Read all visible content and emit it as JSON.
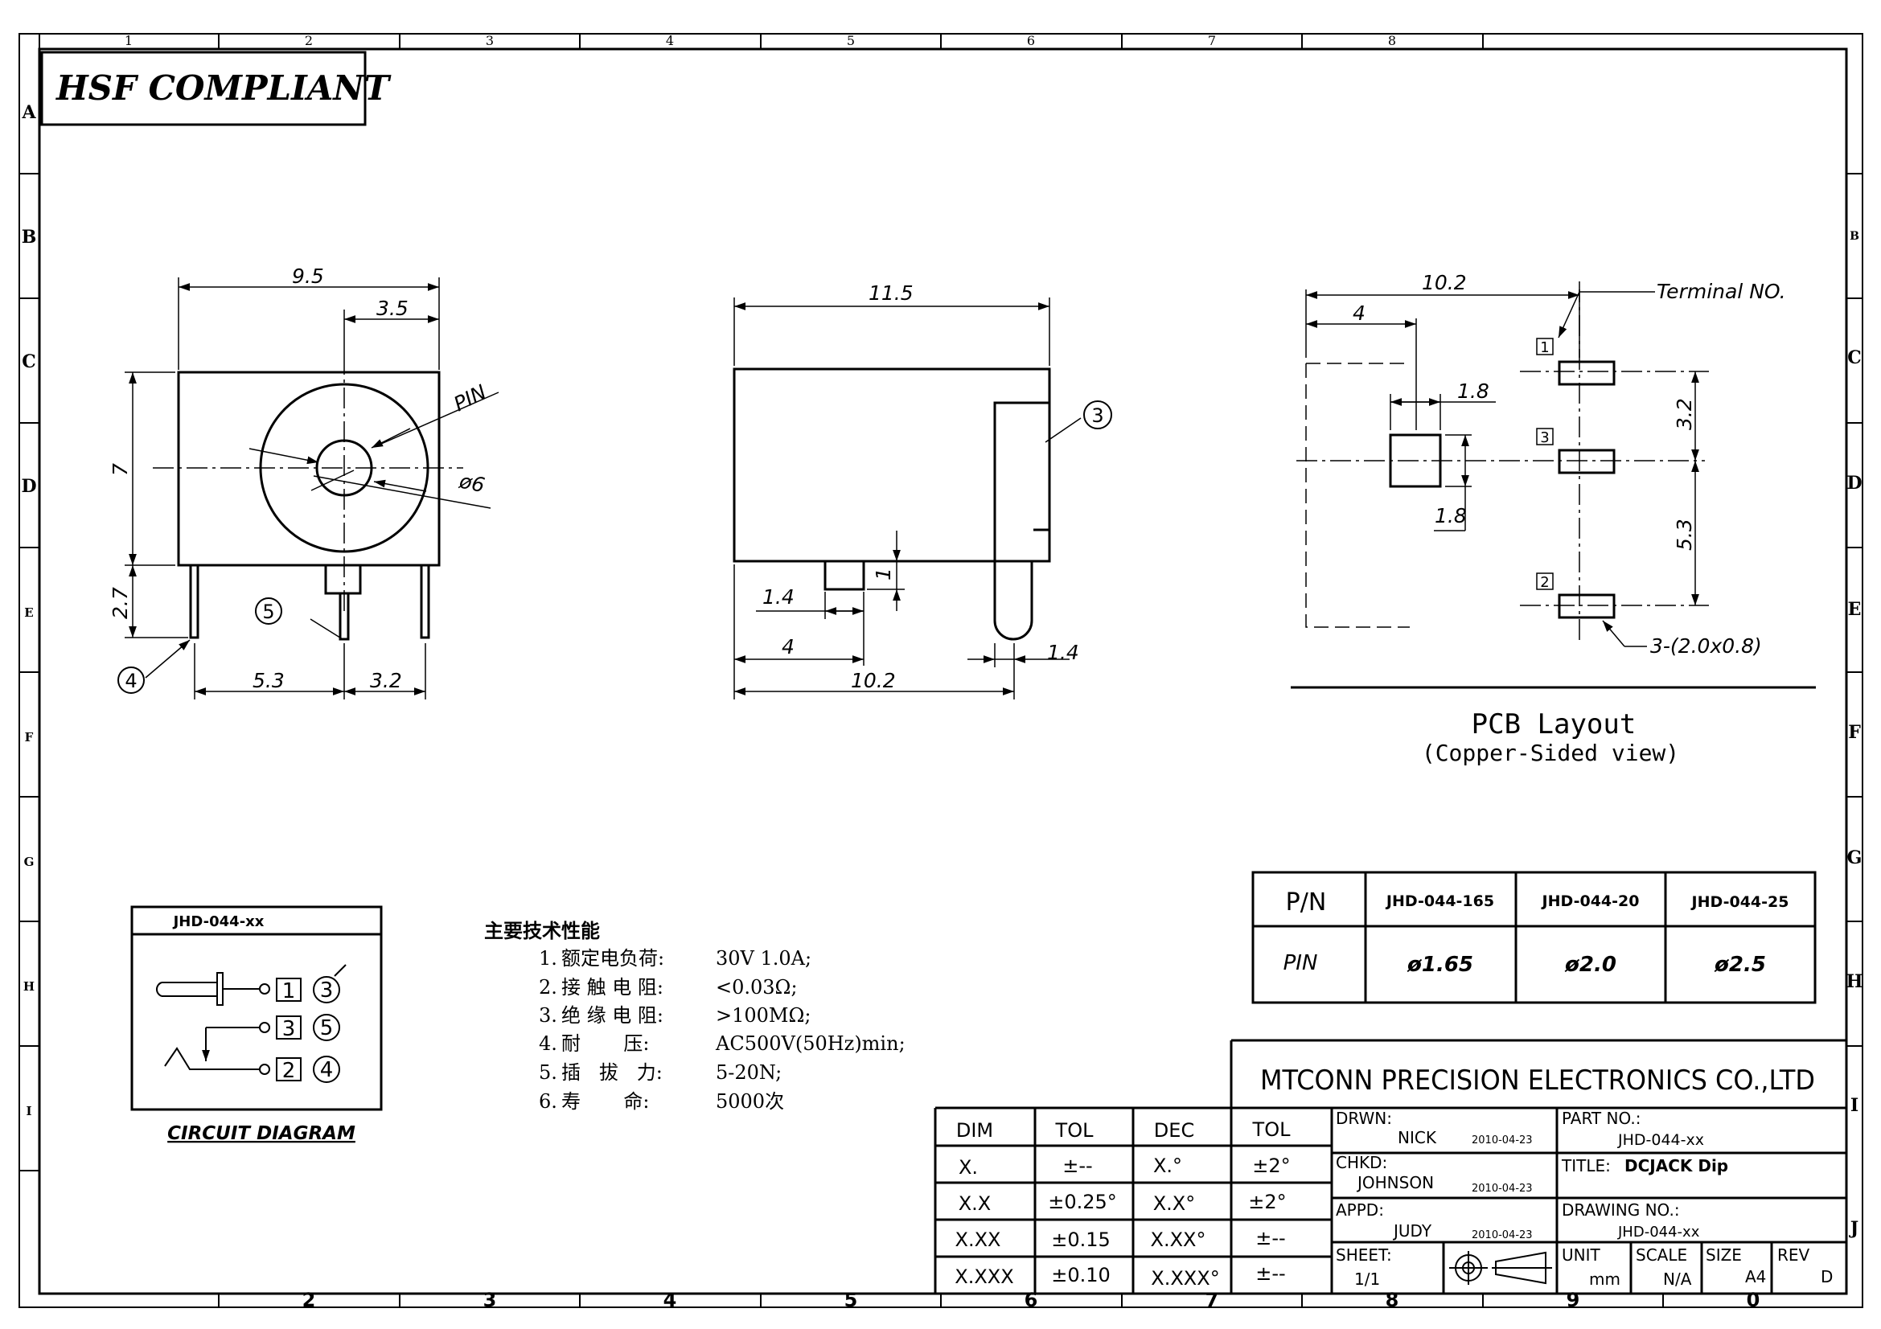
{
  "frame": {
    "top_columns": [
      "1",
      "2",
      "3",
      "4",
      "5",
      "6",
      "7",
      "8"
    ],
    "bottom_columns": [
      "2",
      "3",
      "4",
      "5",
      "6",
      "7",
      "8",
      "9",
      "0"
    ],
    "rows": [
      "A",
      "B",
      "C",
      "D",
      "E",
      "F",
      "G",
      "H",
      "I",
      "J"
    ]
  },
  "badge": "HSF COMPLIANT",
  "front_view": {
    "dims": {
      "width": "9.5",
      "hole_offset": "3.5",
      "height": "7",
      "leg": "2.7",
      "left_span": "5.3",
      "right_span": "3.2"
    },
    "labels": {
      "pin": "PIN",
      "dia": "ø6"
    },
    "callouts": {
      "top": "5",
      "left": "4"
    }
  },
  "side_view": {
    "dims": {
      "top": "11.5",
      "pin_w": "1.4",
      "pin_h": "1",
      "left": "4",
      "bottom": "10.2",
      "right": "1.4"
    },
    "callout": "3"
  },
  "pcb": {
    "dims": {
      "top": "10.2",
      "left": "4",
      "pad_w": "1.8",
      "pad_h": "1.8",
      "v1": "3.2",
      "v2": "5.3"
    },
    "terminal_label": "Terminal NO.",
    "pads": [
      "1",
      "3",
      "2"
    ],
    "pad_note": "3-(2.0x0.8)",
    "title": "PCB Layout",
    "subtitle": "(Copper-Sided view)"
  },
  "pn_table": {
    "header": [
      "P/N",
      "JHD-044-165",
      "JHD-044-20",
      "JHD-044-25"
    ],
    "row": [
      "PIN",
      "ø1.65",
      "ø2.0",
      "ø2.5"
    ]
  },
  "circuit": {
    "header": "JHD-044-xx",
    "rows": [
      [
        "1",
        "3"
      ],
      [
        "3",
        "5"
      ],
      [
        "2",
        "4"
      ]
    ],
    "caption": "CIRCUIT DIAGRAM"
  },
  "specs": {
    "title": "主要技术性能",
    "items": [
      {
        "n": "1.",
        "label": "额定电负荷:",
        "value": "30V 1.0A;"
      },
      {
        "n": "2.",
        "label": "接 触 电 阻:",
        "value": "<0.03Ω;"
      },
      {
        "n": "3.",
        "label": "绝 缘 电 阻:",
        "value": ">100MΩ;"
      },
      {
        "n": "4.",
        "label": "耐       压:",
        "value": "AC500V(50Hz)min;"
      },
      {
        "n": "5.",
        "label": "插   拔   力:",
        "value": "5-20N;"
      },
      {
        "n": "6.",
        "label": "寿       命:",
        "value": "5000次"
      }
    ]
  },
  "title_block": {
    "company": "MTCONN PRECISION ELECTRONICS CO.,LTD",
    "tol_header": [
      "DIM",
      "TOL",
      "DEC",
      "TOL"
    ],
    "tol_rows": [
      [
        "X.",
        "±--",
        "X.°",
        "±2°"
      ],
      [
        "X.X",
        "±0.25°",
        "X.X°",
        "±2°"
      ],
      [
        "X.XX",
        "±0.15",
        "X.XX°",
        "±--"
      ],
      [
        "X.XXX",
        "±0.10",
        "X.XXX°",
        "±--"
      ]
    ],
    "drwn_label": "DRWN:",
    "drwn_name": "NICK",
    "drwn_date": "2010-04-23",
    "chkd_label": "CHKD:",
    "chkd_name": "JOHNSON",
    "chkd_date": "2010-04-23",
    "appd_label": "APPD:",
    "appd_name": "JUDY",
    "appd_date": "2010-04-23",
    "sheet_label": "SHEET:",
    "sheet_value": "1/1",
    "part_label": "PART NO.:",
    "part_value": "JHD-044-xx",
    "title_label": "TITLE:",
    "title_value": "DCJACK Dip",
    "drawing_label": "DRAWING NO.:",
    "drawing_value": "JHD-044-xx",
    "unit_label": "UNIT",
    "unit_value": "mm",
    "scale_label": "SCALE",
    "scale_value": "N/A",
    "size_label": "SIZE",
    "size_value": "A4",
    "rev_label": "REV",
    "rev_value": "D"
  }
}
